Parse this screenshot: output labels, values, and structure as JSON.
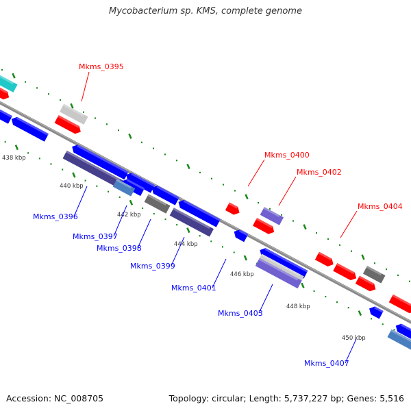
{
  "title": "Mycobacterium sp. KMS, complete genome",
  "footer": {
    "accession": "Accession: NC_008705",
    "summary": "Topology: circular; Length: 5,737,227 bp; Genes: 5,516"
  },
  "ticks": [
    "438 kbp",
    "440 kbp",
    "442 kbp",
    "444 kbp",
    "446 kbp",
    "448 kbp",
    "450 kbp"
  ],
  "forward_labels": [
    "Mkms_0395",
    "Mkms_0400",
    "Mkms_0402",
    "Mkms_0404"
  ],
  "reverse_labels": [
    "Mkms_0396",
    "Mkms_0397",
    "Mkms_0398",
    "Mkms_0399",
    "Mkms_0401",
    "Mkms_0403",
    "Mkms_0407"
  ],
  "colors": {
    "forward_label": "#ff0000",
    "reverse_label": "#0000ff",
    "forward_gene": "#ff0000",
    "reverse_gene": "#0000ff",
    "tick": "#1a8a1a",
    "backbone": "#808080"
  }
}
